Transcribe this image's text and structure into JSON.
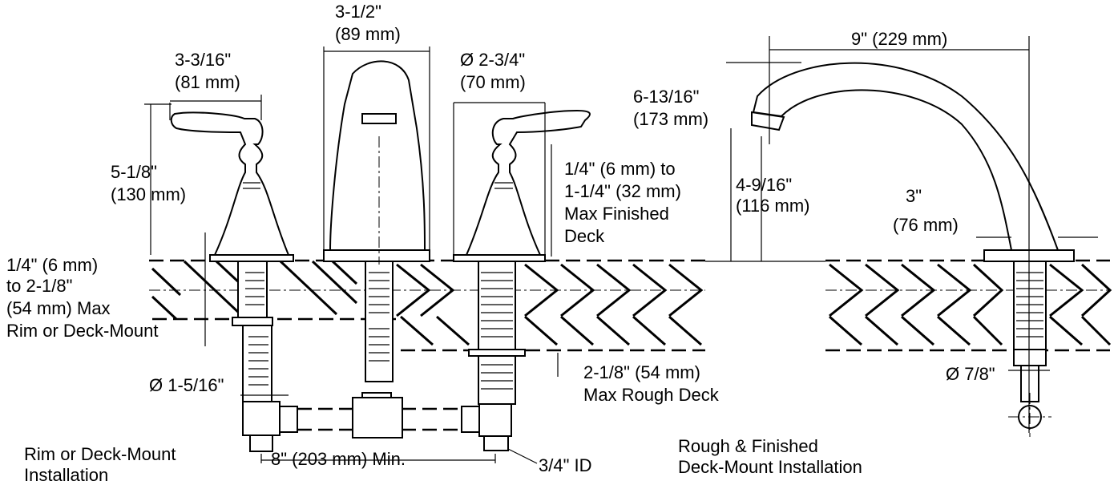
{
  "labels": {
    "handle_width": [
      "3-3/16\"",
      "(81 mm)"
    ],
    "spout_width": [
      "3-1/2\"",
      "(89 mm)"
    ],
    "handle_diameter": [
      "Ø 2-3/4\"",
      "(70 mm)"
    ],
    "handle_height": [
      "5-1/8\"",
      "(130 mm)"
    ],
    "deck_thickness_left": [
      "1/4\" (6 mm)",
      " to 2-1/8\"",
      "(54 mm) Max",
      "Rim or Deck-Mount"
    ],
    "shank_diameter": "Ø 1-5/16\"",
    "rim_install": [
      "Rim or Deck-Mount",
      "Installation"
    ],
    "center_spacing": "8\" (203 mm) Min.",
    "inlet_id": "3/4\" ID",
    "finished_deck": [
      "1/4\" (6 mm) to",
      "1-1/4\" (32 mm)",
      "Max Finished",
      "Deck"
    ],
    "rough_deck": [
      "2-1/8\" (54 mm)",
      "Max Rough Deck"
    ],
    "spout_height": [
      "6-13/16\"",
      "(173 mm)"
    ],
    "spout_clearance": [
      "4-9/16\"",
      "(116 mm)"
    ],
    "spout_reach": "9\" (229 mm)",
    "spout_base": [
      "3\"",
      "(76 mm)"
    ],
    "spout_shank": "Ø 7/8\"",
    "deck_install": [
      "Rough & Finished",
      "Deck-Mount Installation"
    ]
  },
  "colors": {
    "ink": "#000000",
    "paper": "#ffffff"
  }
}
